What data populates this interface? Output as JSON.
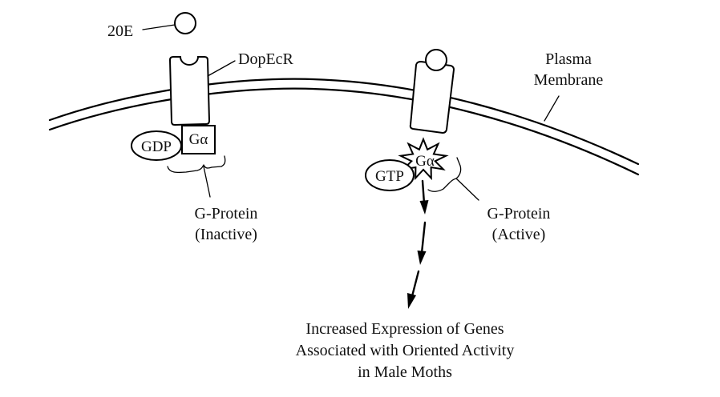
{
  "figure": {
    "type": "signaling-pathway-diagram",
    "colors": {
      "ink": "#000000",
      "background": "#ffffff"
    }
  },
  "labels": {
    "ligand": "20E",
    "receptor": "DopEcR",
    "membrane_line1": "Plasma",
    "membrane_line2": "Membrane",
    "g_alpha_inactive": "Gα",
    "gdp": "GDP",
    "g_protein_inactive_line1": "G-Protein",
    "g_protein_inactive_line2": "(Inactive)",
    "g_alpha_active": "Gα",
    "gtp": "GTP",
    "g_protein_active_line1": "G-Protein",
    "g_protein_active_line2": "(Active)",
    "outcome_line1": "Increased Expression of Genes",
    "outcome_line2": "Associated with Oriented Activity",
    "outcome_line3": "in Male Moths"
  },
  "nodes": [
    {
      "id": "ligand-20E",
      "shape": "circle",
      "state": "free"
    },
    {
      "id": "receptor-inactive",
      "shape": "rounded-rect-with-notch",
      "state": "unbound"
    },
    {
      "id": "galpha-inactive",
      "shape": "square",
      "bound_to": "GDP"
    },
    {
      "id": "receptor-active",
      "shape": "rounded-rect",
      "state": "ligand-bound"
    },
    {
      "id": "galpha-active",
      "shape": "starburst",
      "bound_to": "GTP"
    }
  ],
  "edges": [
    {
      "from": "galpha-active",
      "to": "outcome",
      "style": "dashed-arrow"
    }
  ]
}
